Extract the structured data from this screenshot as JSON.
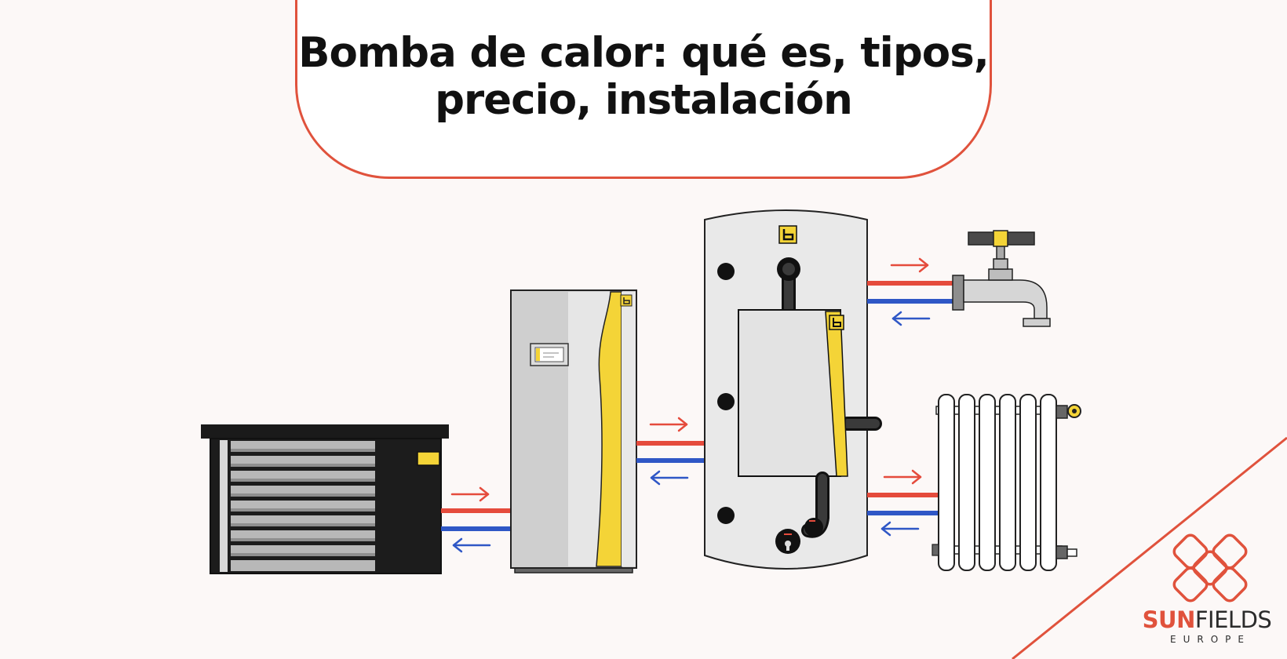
{
  "title": "Bomba de calor: qué es, tipos, precio, instalación",
  "brand": {
    "name_part_1": "SUN",
    "name_part_2": "FIELDS",
    "tagline": "EUROPE",
    "logo": "sunfields-logo-icon"
  },
  "colors": {
    "accent": "#e0523c",
    "flow_hot": "#e54b3c",
    "flow_cold": "#2f57c6",
    "equipment_highlight": "#f4d437",
    "background": "#fcf8f7"
  },
  "diagram": {
    "components": [
      "outdoor-heat-pump-unit",
      "indoor-unit",
      "water-storage-tank",
      "water-tap",
      "radiator"
    ],
    "icons": [
      "brand-b-icon",
      "arrow-right-icon",
      "arrow-left-icon"
    ]
  }
}
